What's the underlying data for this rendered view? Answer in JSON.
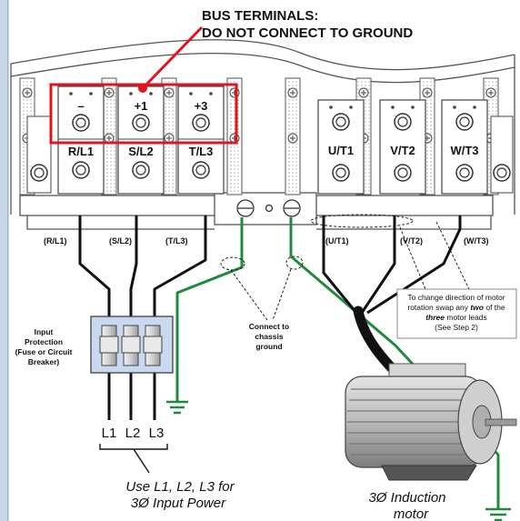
{
  "callout": {
    "line1": "BUS TERMINALS:",
    "line2": "DO NOT CONNECT TO GROUND",
    "color": "#e0141e"
  },
  "bus_terminals": [
    "–",
    "+1",
    "+3"
  ],
  "input_terminals": [
    "R/L1",
    "S/L2",
    "T/L3"
  ],
  "output_terminals": [
    "U/T1",
    "V/T2",
    "W/T3"
  ],
  "input_wire_labels": [
    "(R/L1)",
    "(S/L2)",
    "(T/L3)"
  ],
  "output_wire_labels": [
    "(U/T1)",
    "(V/T2)",
    "(W/T3)"
  ],
  "ground_note": [
    "Connect to",
    "chassis",
    "ground"
  ],
  "protection_label": [
    "Input",
    "Protection",
    "(Fuse or Circuit",
    "Breaker)"
  ],
  "line_labels": [
    "L1",
    "L2",
    "L3"
  ],
  "input_power_note": [
    "Use L1, L2, L3 for",
    "3Ø Input Power"
  ],
  "motor_label": [
    "3Ø Induction",
    "motor"
  ],
  "rotation_note": {
    "line1": "To change direction of motor",
    "line2_pre": "rotation swap any ",
    "line2_em": "two",
    "line2_post": " of the",
    "line3_em": "three",
    "line3_post": " motor leads",
    "line4": "(See Step 2)"
  },
  "colors": {
    "ground_wire": "#1f8a3a",
    "frame": "#7a7a7a",
    "page_frame": "#c8d6e8",
    "fuse_body": "#c8d9f0"
  }
}
